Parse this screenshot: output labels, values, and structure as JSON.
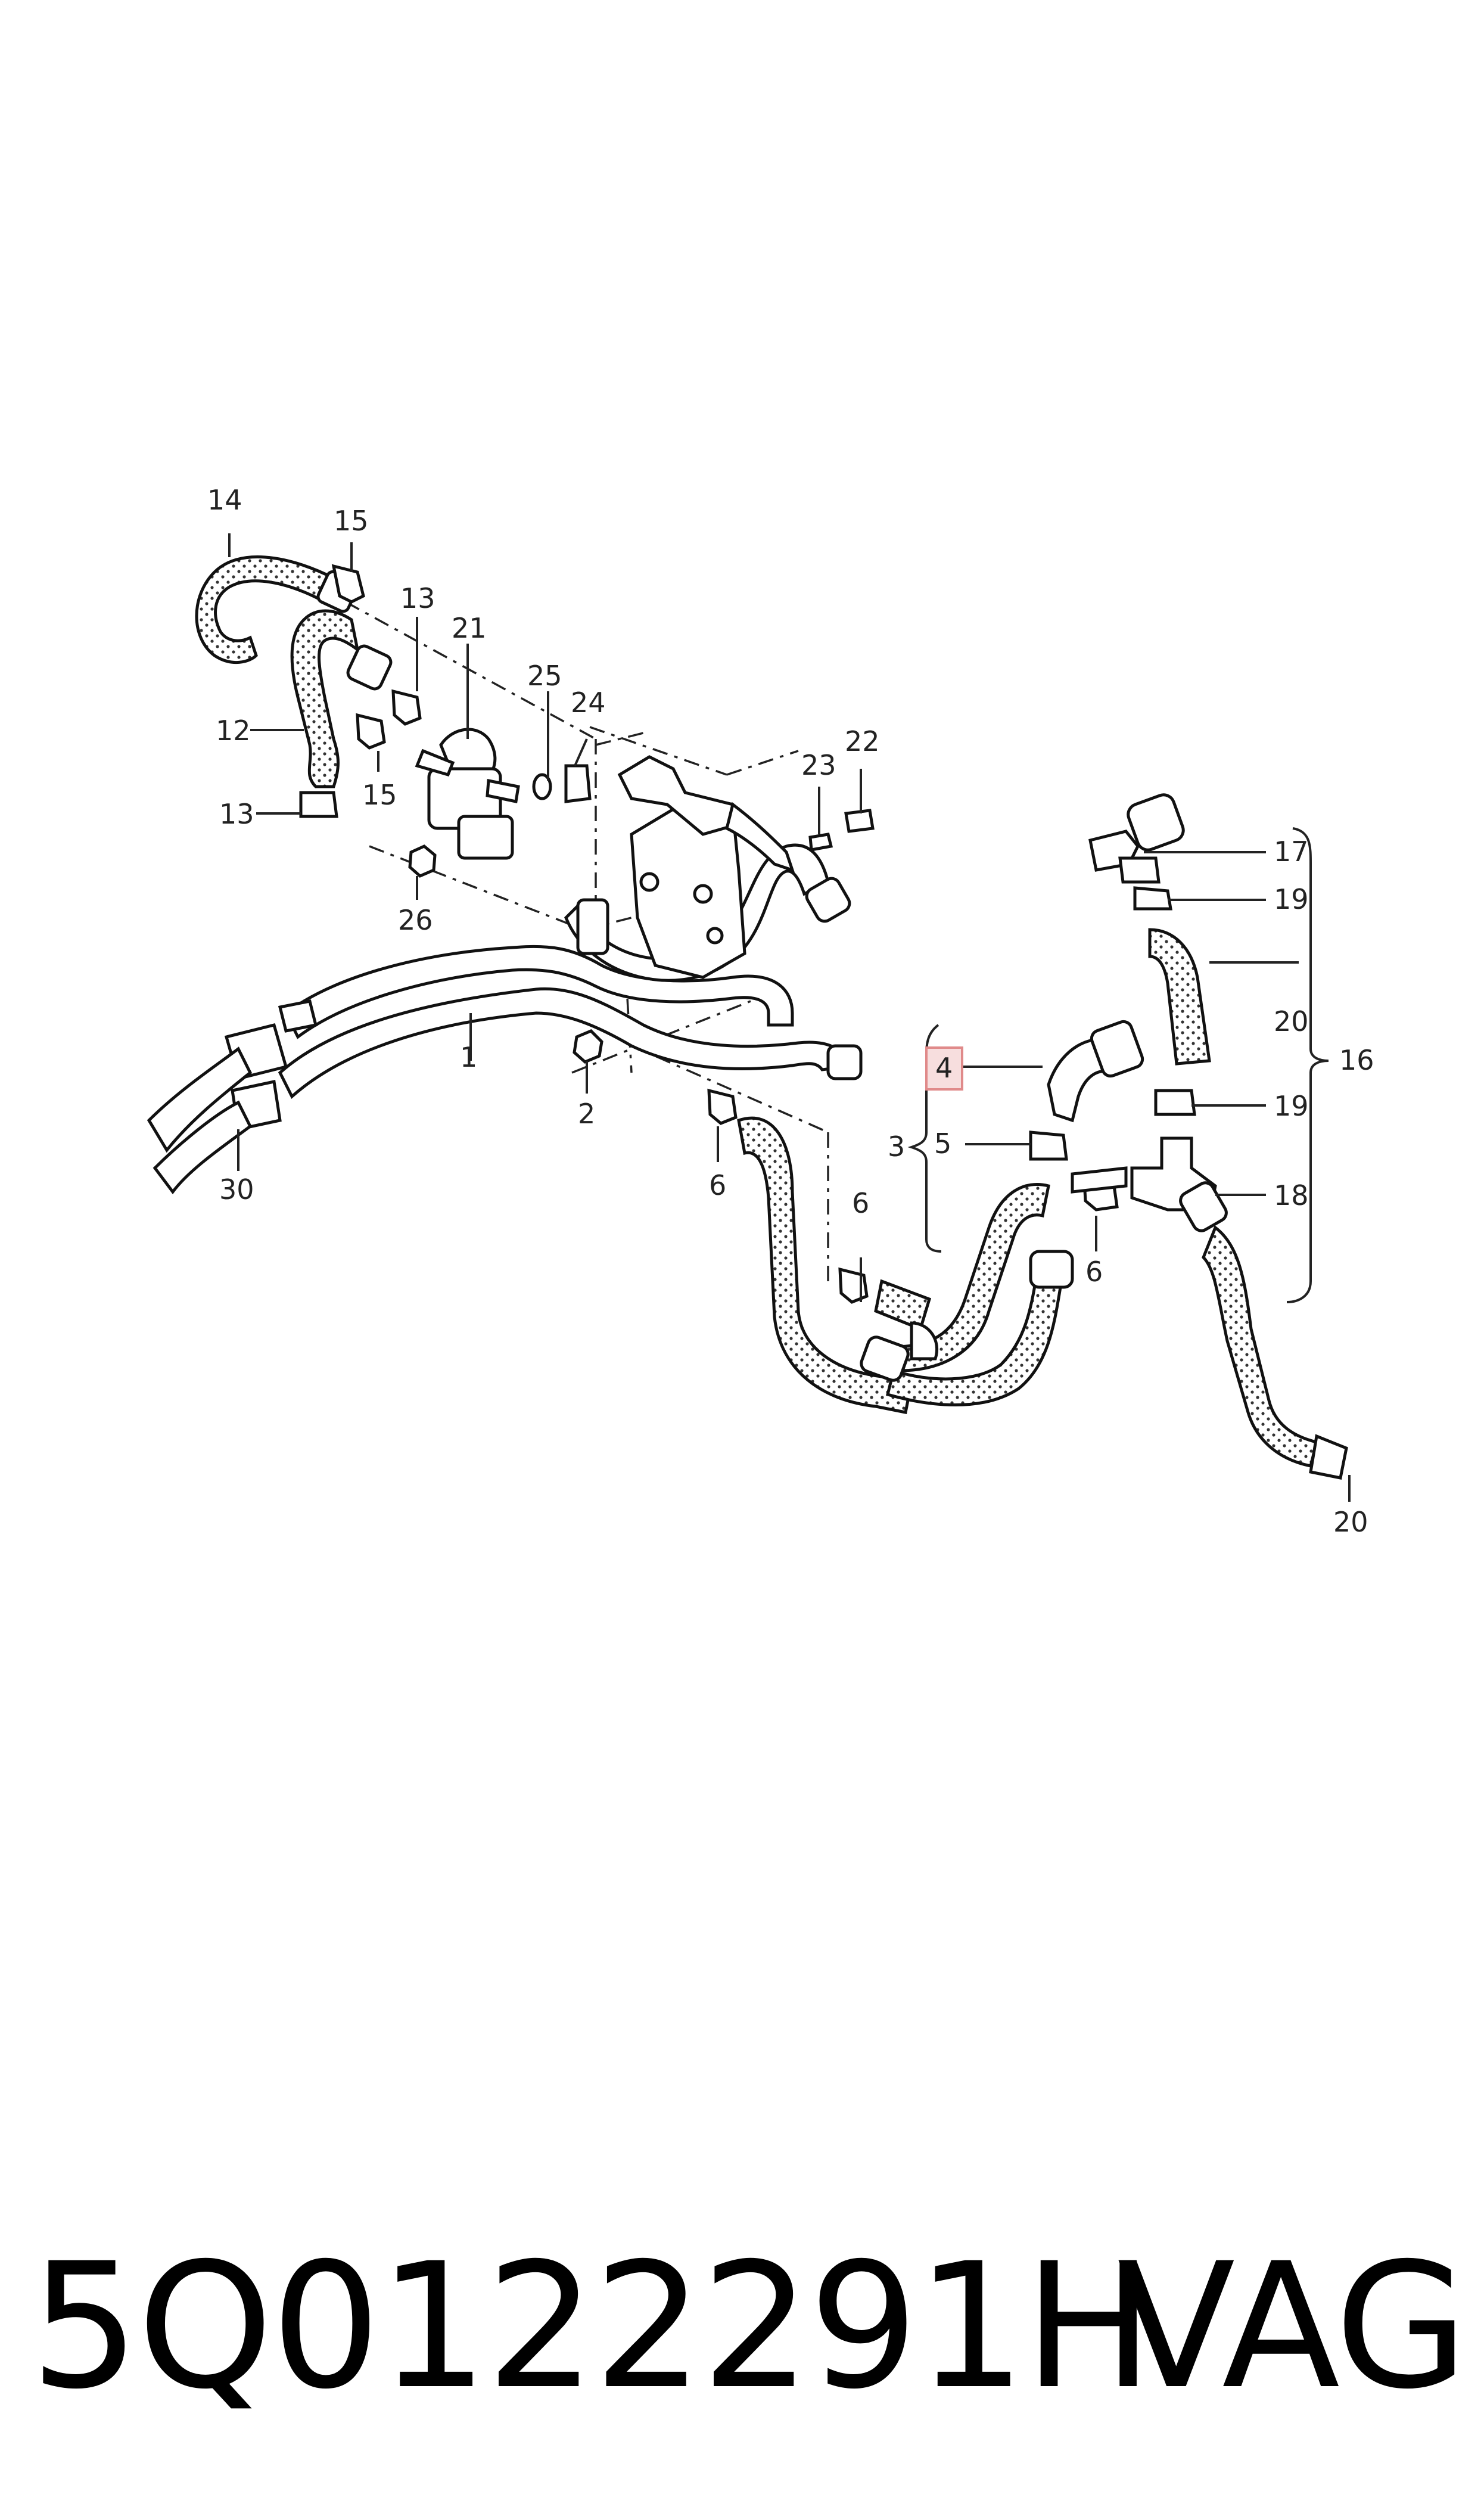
{
  "labels": {
    "l1": "1",
    "l2": "2",
    "l3": "3",
    "l4": "4",
    "l5": "5",
    "l6a": "6",
    "l6b": "6",
    "l6c": "6",
    "l12": "12",
    "l13a": "13",
    "l13b": "13",
    "l14": "14",
    "l15a": "15",
    "l15b": "15",
    "l16": "16",
    "l17": "17",
    "l18": "18",
    "l19a": "19",
    "l19b": "19",
    "l20a": "20",
    "l20b": "20",
    "l21": "21",
    "l22": "22",
    "l23": "23",
    "l24": "24",
    "l25": "25",
    "l26": "26",
    "l30": "30"
  },
  "footer": {
    "part_number": "5Q0122291H",
    "brand": "VAG"
  },
  "colors": {
    "highlight_fill": "#f7dede",
    "highlight_stroke": "#e08a8a",
    "line": "#111111"
  }
}
